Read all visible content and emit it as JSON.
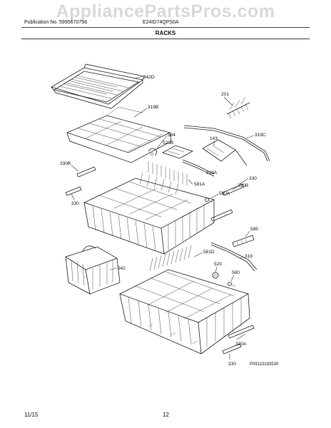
{
  "watermark": "AppliancePartsPros.com",
  "header": {
    "publication": "Publication No. 5995670758",
    "model": "E24ID74QPS0A",
    "section_title": "RACKS"
  },
  "callouts": {
    "c342D": "342D",
    "c319B": "319B",
    "c201": "201",
    "c319C": "319C",
    "c584": "584",
    "c143": "143",
    "c523B": "523B",
    "c319A": "319A",
    "c330top": "330",
    "c330B_left": "330B",
    "c330_left": "330",
    "c581A": "581A",
    "c580A": "580A",
    "c330B_right": "330B",
    "c585": "585",
    "c581D": "581D",
    "c319": "319",
    "c342": "342",
    "c520": "520",
    "c580": "580",
    "c330A": "330A",
    "c330_bottom": "330"
  },
  "figure_code": "P09113183530",
  "footer": {
    "date": "11/15",
    "page": "12"
  }
}
